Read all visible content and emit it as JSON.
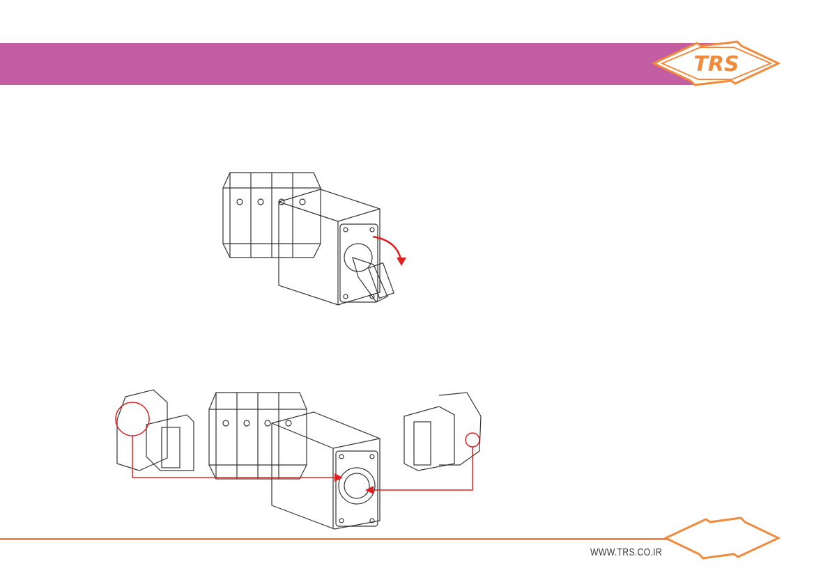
{
  "header": {
    "logo_text": "TRS",
    "logo_icon": "trs-diamond-logo",
    "band_color": "#c35ea3",
    "logo_color": "#f08a3c"
  },
  "figures": {
    "rotation_figure_icon": "rotary-switch-with-handle-rotation-arrow",
    "assembly_figure_icon": "rotary-switch-handle-alignment-diagram",
    "arrow_color": "#e02020"
  },
  "footer": {
    "website": "WWW.TRS.CO.IR",
    "line_color": "#f08a3c",
    "logo_icon": "trs-diamond-outline-logo"
  }
}
